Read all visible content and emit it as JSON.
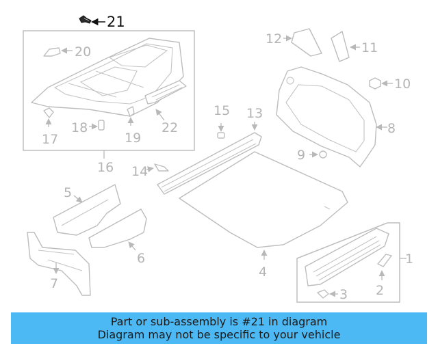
{
  "highlight": "#4db9f4",
  "callouts": {
    "c1": "1",
    "c2": "2",
    "c3": "3",
    "c4": "4",
    "c5": "5",
    "c6": "6",
    "c7": "7",
    "c8": "8",
    "c9": "9",
    "c10": "10",
    "c11": "11",
    "c12": "12",
    "c13": "13",
    "c14": "14",
    "c15": "15",
    "c16": "16",
    "c17": "17",
    "c18": "18",
    "c19": "19",
    "c20": "20",
    "c21": "21",
    "c22": "22"
  },
  "banner": {
    "line1": "Part or sub-assembly is #21 in diagram",
    "line2": "Diagram may not be specific to your vehicle"
  }
}
